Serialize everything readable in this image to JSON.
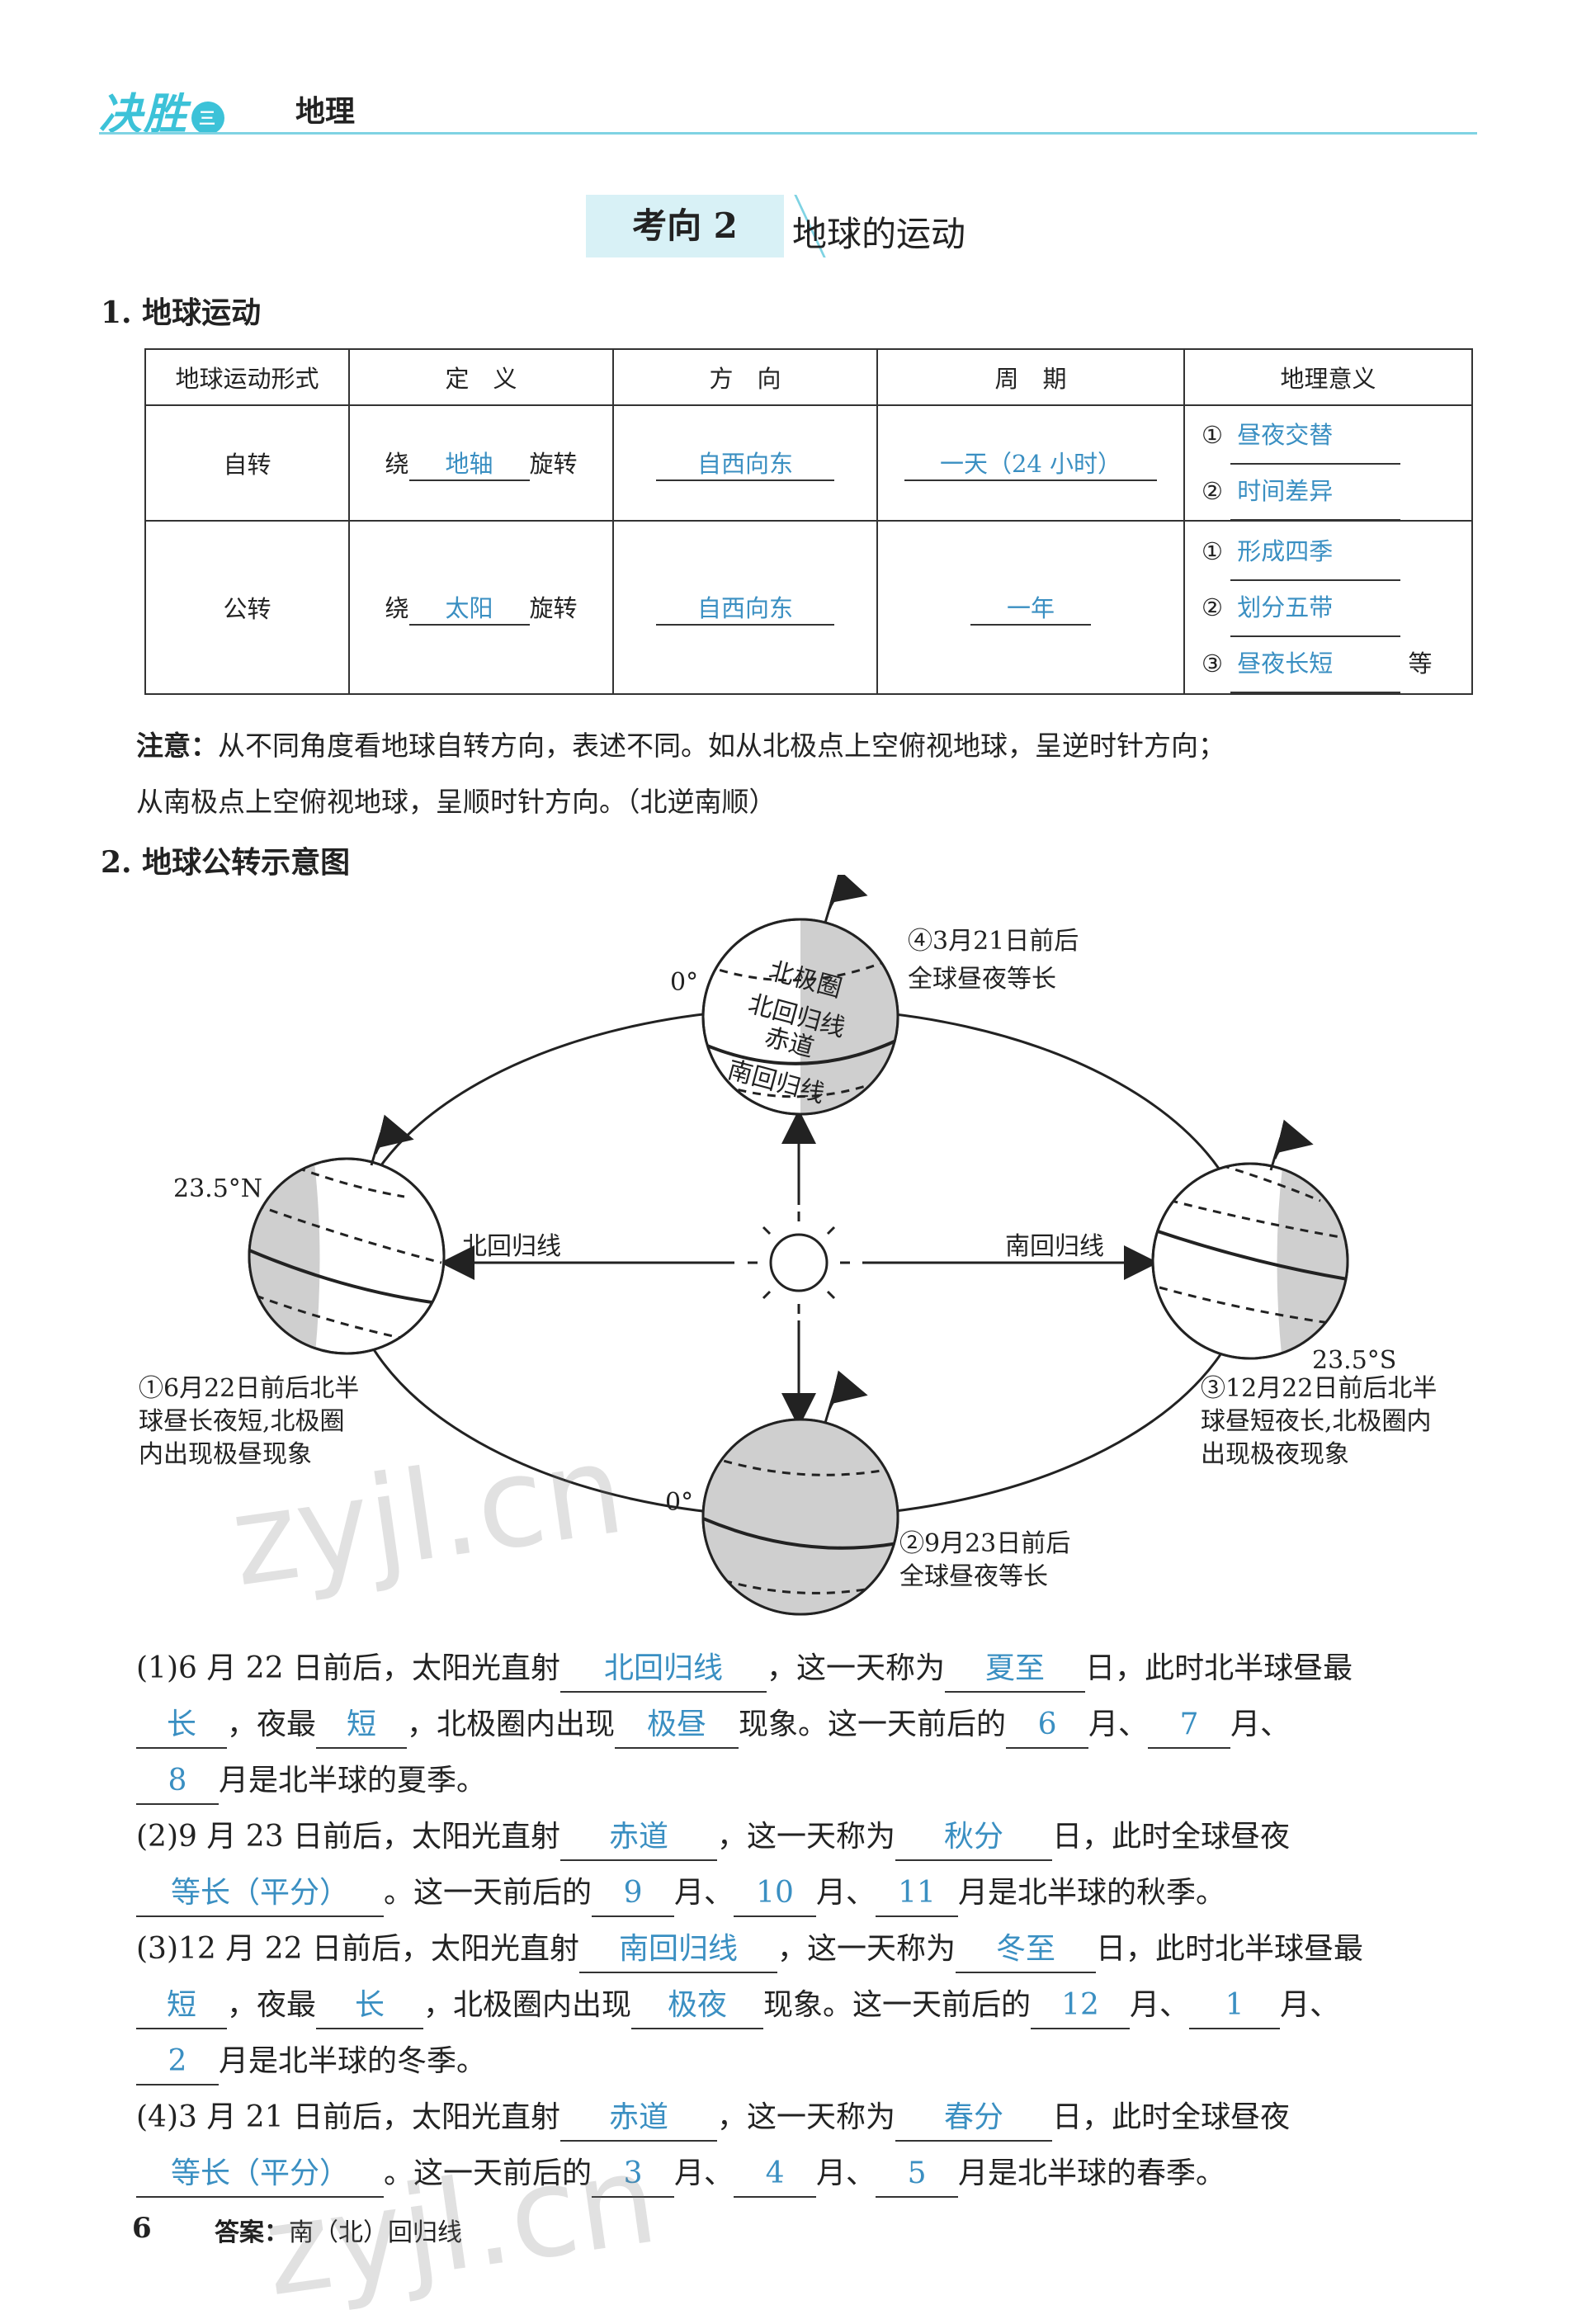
{
  "header": {
    "brand": "决胜",
    "brand_badge": "三卷",
    "subject": "地理"
  },
  "section": {
    "tag": "考向 2",
    "title": "地球的运动"
  },
  "part1": {
    "heading": "1. 地球运动",
    "table": {
      "headers": [
        "地球运动形式",
        "定　义",
        "方　向",
        "周　期",
        "地理意义"
      ],
      "rows": [
        {
          "form": "自转",
          "def_prefix": "绕",
          "def_answer": "地轴",
          "def_suffix": "旋转",
          "direction": "自西向东",
          "period": "一天（24 小时）",
          "meanings": [
            {
              "num": "①",
              "text": "昼夜交替",
              "suffix": ""
            },
            {
              "num": "②",
              "text": "时间差异",
              "suffix": ""
            }
          ]
        },
        {
          "form": "公转",
          "def_prefix": "绕",
          "def_answer": "太阳",
          "def_suffix": "旋转",
          "direction": "自西向东",
          "period": "一年",
          "meanings": [
            {
              "num": "①",
              "text": "形成四季",
              "suffix": ""
            },
            {
              "num": "②",
              "text": "划分五带",
              "suffix": ""
            },
            {
              "num": "③",
              "text": "昼夜长短",
              "suffix": "等"
            }
          ]
        }
      ]
    },
    "note_label": "注意：",
    "note_line1": "从不同角度看地球自转方向，表述不同。如从北极点上空俯视地球，呈逆时针方向；",
    "note_line2": "从南极点上空俯视地球，呈顺时针方向。（北逆南顺）"
  },
  "part2": {
    "heading": "2. 地球公转示意图",
    "diagram": {
      "top_label_0": "0°",
      "top_labels": [
        "北极圈",
        "北回归线",
        "赤道",
        "南回归线"
      ],
      "caption4_1": "④3月21日前后",
      "caption4_2": "全球昼夜等长",
      "left_lat": "23.5°N",
      "left_arrow": "北回归线",
      "right_arrow": "南回归线",
      "right_lat": "23.5°S",
      "caption1_1": "①6月22日前后北半",
      "caption1_2": "球昼长夜短,北极圈",
      "caption1_3": "内出现极昼现象",
      "caption3_1": "③12月22日前后北半",
      "caption3_2": "球昼短夜长,北极圈内",
      "caption3_3": "出现极夜现象",
      "bottom_label_0": "0°",
      "caption2_1": "②9月23日前后",
      "caption2_2": "全球昼夜等长"
    }
  },
  "questions": {
    "q1": {
      "t1": "(1)6 月 22 日前后，太阳光直射",
      "a1": "北回归线",
      "t2": "，这一天称为",
      "a2": "夏至",
      "t3": "日，此时北半球昼最",
      "a3": "长",
      "t4": "，夜最",
      "a4": "短",
      "t5": "，北极圈内出现",
      "a5": "极昼",
      "t6": "现象。这一天前后的",
      "a6": "6",
      "t7": "月、",
      "a7": "7",
      "t8": "月、",
      "a8": "8",
      "t9": "月是北半球的夏季。"
    },
    "q2": {
      "t1": "(2)9 月 23 日前后，太阳光直射",
      "a1": "赤道",
      "t2": "，这一天称为",
      "a2": "秋分",
      "t3": "日，此时全球昼夜",
      "a3": "等长（平分）",
      "t4": "。这一天前后的",
      "a4": "9",
      "t5": "月、",
      "a5": "10",
      "t6": "月、",
      "a6": "11",
      "t7": "月是北半球的秋季。"
    },
    "q3": {
      "t1": "(3)12 月 22 日前后，太阳光直射",
      "a1": "南回归线",
      "t2": "，这一天称为",
      "a2": "冬至",
      "t3": "日，此时北半球昼最",
      "a3": "短",
      "t4": "，夜最",
      "a4": "长",
      "t5": "，北极圈内出现",
      "a5": "极夜",
      "t6": "现象。这一天前后的",
      "a6": "12",
      "t7": "月、",
      "a7": "1",
      "t8": "月、",
      "a8": "2",
      "t9": "月是北半球的冬季。"
    },
    "q4": {
      "t1": "(4)3 月 21 日前后，太阳光直射",
      "a1": "赤道",
      "t2": "，这一天称为",
      "a2": "春分",
      "t3": "日，此时全球昼夜",
      "a3": "等长（平分）",
      "t4": "。这一天前后的",
      "a4": "3",
      "t5": "月、",
      "a5": "4",
      "t6": "月、",
      "a6": "5",
      "t7": "月是北半球的春季。"
    }
  },
  "footer": {
    "page_number": "6",
    "answer_label": "答案：",
    "answer_text": "南（北）回归线"
  },
  "watermark": "zyjl.cn"
}
